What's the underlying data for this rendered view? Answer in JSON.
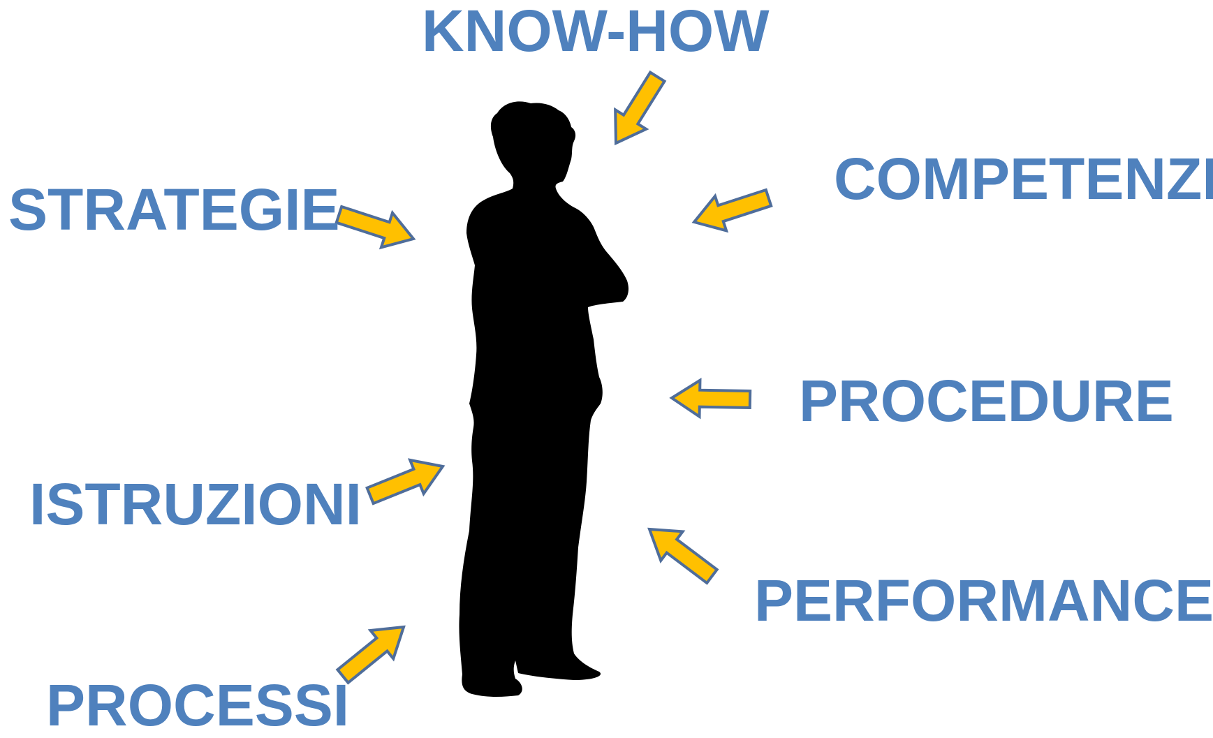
{
  "labels": {
    "know_how": "KNOW-HOW",
    "competenze": "COMPETENZE",
    "strategie": "STRATEGIE",
    "procedure": "PROCEDURE",
    "istruzioni": "ISTRUZIONI",
    "performance": "PERFORMANCE",
    "processi": "PROCESSI"
  },
  "colors": {
    "label_text": "#4f81bd",
    "arrow_fill": "#ffc000",
    "arrow_stroke": "#4f6d9a",
    "silhouette": "#000000",
    "background": "#ffffff"
  },
  "figure": {
    "icon": "person-silhouette-icon"
  },
  "arrows": {
    "icon": "block-arrow-icon"
  }
}
